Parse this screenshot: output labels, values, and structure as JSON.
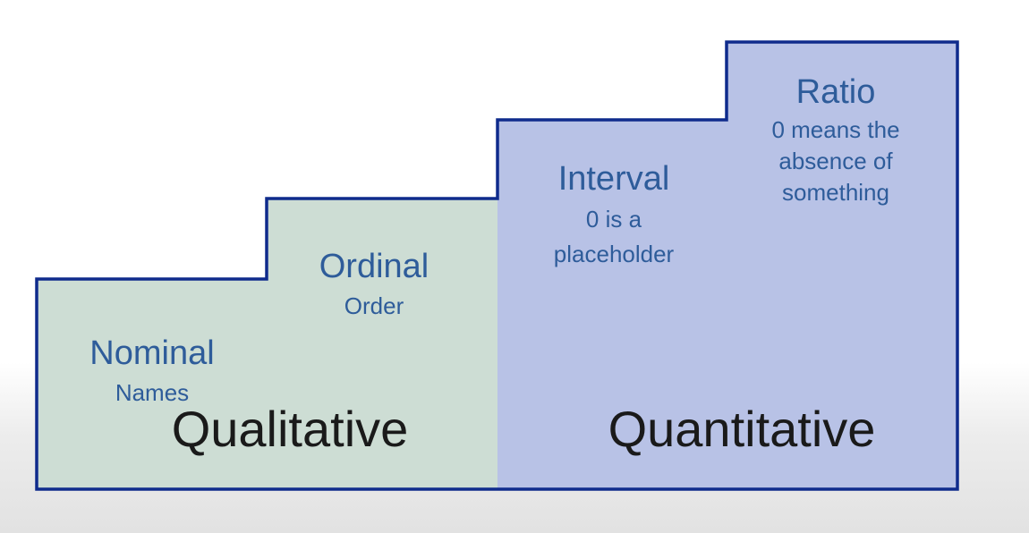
{
  "levels": {
    "nominal": {
      "title": "Nominal",
      "description": "Names"
    },
    "ordinal": {
      "title": "Ordinal",
      "description": "Order"
    },
    "interval": {
      "title": "Interval",
      "description_lines": [
        "0 is a",
        "placeholder"
      ]
    },
    "ratio": {
      "title": "Ratio",
      "description_lines": [
        "0 means the",
        "absence of",
        "something"
      ]
    }
  },
  "groups": {
    "qualitative": "Qualitative",
    "quantitative": "Quantitative"
  },
  "colors": {
    "qualitative_fill": "#cdddd4",
    "quantitative_fill": "#b8c2e6",
    "outline": "#0f2b8c",
    "label_text": "#2e5c9a",
    "group_text": "#1a1a1a"
  }
}
